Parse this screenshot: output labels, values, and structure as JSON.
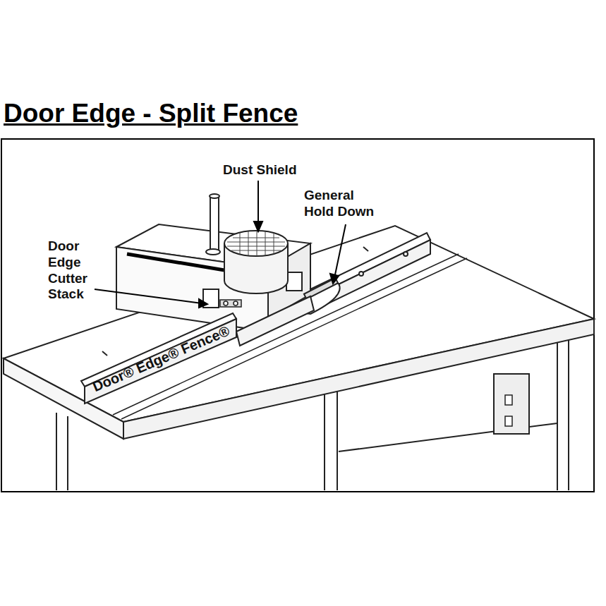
{
  "diagram": {
    "title": "Door Edge - Split Fence",
    "labels": [
      "Dust Shield",
      "General Hold Down",
      "Door Edge Cutter Stack",
      "Door® Edge® Fence®"
    ]
  }
}
